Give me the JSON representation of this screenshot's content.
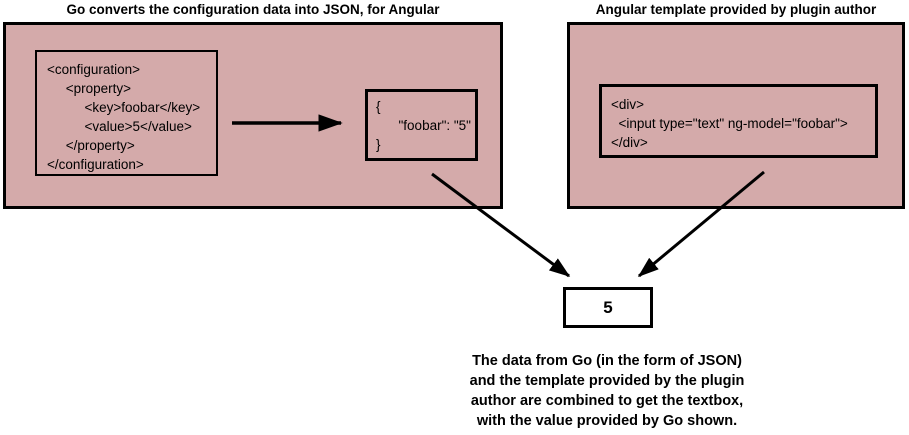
{
  "left_panel": {
    "title": "Go converts the configuration data into JSON, for Angular",
    "xml_code": {
      "lines": [
        "<configuration>",
        "     <property>",
        "          <key>foobar</key>",
        "          <value>5</value>",
        "     </property>",
        "</configuration>"
      ]
    },
    "json_code": {
      "lines": [
        "{",
        "      \"foobar\": \"5\"",
        "}"
      ]
    }
  },
  "right_panel": {
    "title": "Angular template provided by plugin author",
    "template_code": {
      "lines": [
        "<div>",
        "  <input type=\"text\" ng-model=\"foobar\">",
        "</div>"
      ]
    }
  },
  "result_box": {
    "value": "5"
  },
  "caption": {
    "lines": [
      "The data from Go (in the form of JSON)",
      "and the template provided by the plugin",
      "author are combined to get the textbox,",
      "with the value provided by Go shown."
    ]
  },
  "colors": {
    "panel_fill": "#d4aaaa",
    "border": "#000000",
    "result_fill": "#ffffff",
    "arrow": "#000000"
  }
}
